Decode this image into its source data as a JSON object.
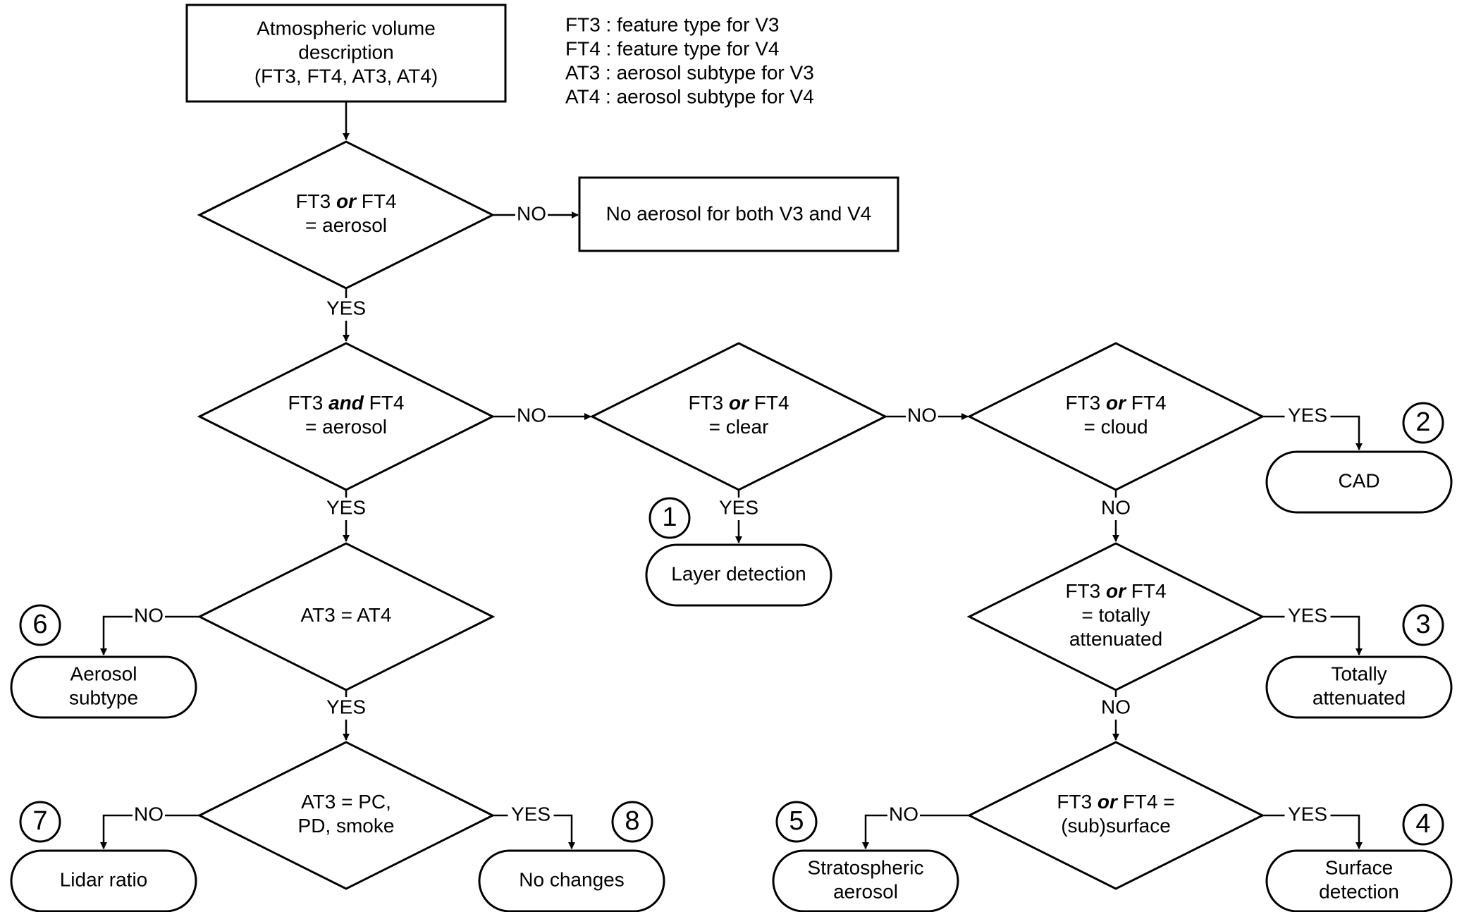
{
  "legend": [
    "FT3 : feature type for V3",
    "FT4 : feature type for V4",
    "AT3 : aerosol subtype for V3",
    "AT4 : aerosol subtype for V4"
  ],
  "start": [
    "Atmospheric volume",
    "description",
    "(FT3, FT4, AT3, AT4)"
  ],
  "decisions": {
    "d1": [
      {
        "parts": [
          {
            "t": "FT3 "
          },
          {
            "t": "or",
            "em": true
          },
          {
            "t": " FT4"
          }
        ]
      },
      {
        "parts": [
          {
            "t": "= aerosol"
          }
        ]
      }
    ],
    "d2": [
      {
        "parts": [
          {
            "t": "FT3 "
          },
          {
            "t": "and",
            "em": true
          },
          {
            "t": " FT4"
          }
        ]
      },
      {
        "parts": [
          {
            "t": "= aerosol"
          }
        ]
      }
    ],
    "d3": [
      {
        "parts": [
          {
            "t": "FT3 "
          },
          {
            "t": "or",
            "em": true
          },
          {
            "t": " FT4"
          }
        ]
      },
      {
        "parts": [
          {
            "t": "= clear"
          }
        ]
      }
    ],
    "d4": [
      {
        "parts": [
          {
            "t": "FT3 "
          },
          {
            "t": "or",
            "em": true
          },
          {
            "t": " FT4"
          }
        ]
      },
      {
        "parts": [
          {
            "t": "= cloud"
          }
        ]
      }
    ],
    "d5": [
      {
        "parts": [
          {
            "t": "AT3 = AT4"
          }
        ]
      }
    ],
    "d6": [
      {
        "parts": [
          {
            "t": "FT3 "
          },
          {
            "t": "or",
            "em": true
          },
          {
            "t": " FT4"
          }
        ]
      },
      {
        "parts": [
          {
            "t": "= totally"
          }
        ]
      },
      {
        "parts": [
          {
            "t": "attenuated"
          }
        ]
      }
    ],
    "d7": [
      {
        "parts": [
          {
            "t": "AT3 = PC,"
          }
        ]
      },
      {
        "parts": [
          {
            "t": "PD, smoke"
          }
        ]
      }
    ],
    "d8": [
      {
        "parts": [
          {
            "t": "FT3 "
          },
          {
            "t": "or",
            "em": true
          },
          {
            "t": " FT4 ="
          }
        ]
      },
      {
        "parts": [
          {
            "t": "(sub)surface"
          }
        ]
      }
    ]
  },
  "no_aerosol": "No aerosol for both V3 and V4",
  "outcomes": {
    "layer_detection": {
      "num": "1",
      "lines": [
        "Layer detection"
      ]
    },
    "cad": {
      "num": "2",
      "lines": [
        "CAD"
      ]
    },
    "totally_attenuated": {
      "num": "3",
      "lines": [
        "Totally",
        "attenuated"
      ]
    },
    "surface_detection": {
      "num": "4",
      "lines": [
        "Surface",
        "detection"
      ]
    },
    "stratospheric_aerosol": {
      "num": "5",
      "lines": [
        "Stratospheric",
        "aerosol"
      ]
    },
    "aerosol_subtype": {
      "num": "6",
      "lines": [
        "Aerosol",
        "subtype"
      ]
    },
    "lidar_ratio": {
      "num": "7",
      "lines": [
        "Lidar ratio"
      ]
    },
    "no_changes": {
      "num": "8",
      "lines": [
        "No changes"
      ]
    }
  },
  "labels": {
    "yes": "YES",
    "no": "NO"
  }
}
